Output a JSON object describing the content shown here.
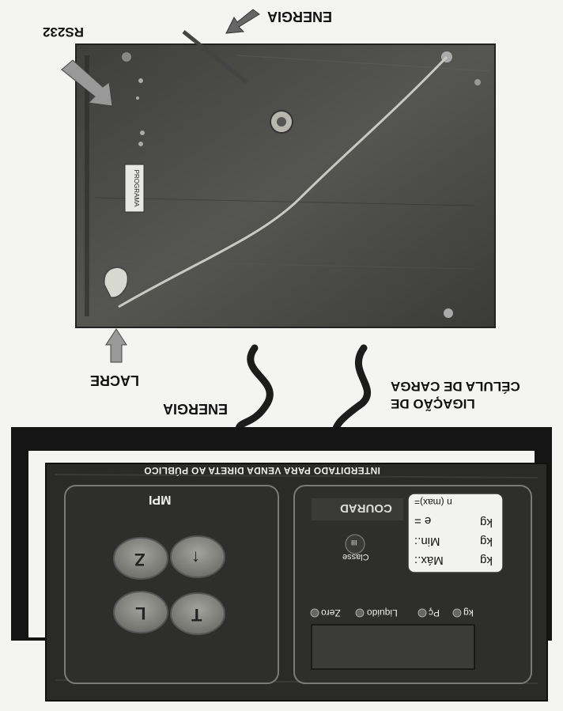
{
  "labels": {
    "rs232": "RS232",
    "energia_top": "ENERGIA",
    "lacre": "LACRE",
    "energia_bottom": "ENERGIA",
    "ligacao_line1": "LIGAÇÃO DE",
    "ligacao_line2": "CÉLULA DE CARGA"
  },
  "board": {
    "sticker_text": "PROGRAMA"
  },
  "panel": {
    "banner": "INTERDITADO PARA VENDA DIRETA AO PÚBLICO",
    "keypad_title": "MPI",
    "keys": [
      "Z",
      "↑",
      "L",
      "T"
    ],
    "brand": "COURAD",
    "spec_lines": [
      "n (max)=",
      "e =",
      "Min.:",
      "Máx.:"
    ],
    "spec_units": [
      "kg",
      "kg",
      "kg"
    ],
    "classe_label": "Classe",
    "classe_value": "III",
    "indicators": [
      "Zero",
      "Liquido",
      "Pç",
      "kg"
    ]
  },
  "colors": {
    "board": "#4a4a48",
    "panel": "#2c2c2a",
    "frame": "#141414",
    "spec_bg": "#f2f2ee",
    "key_fill": "#8b8b86",
    "arrow": "#888888"
  }
}
